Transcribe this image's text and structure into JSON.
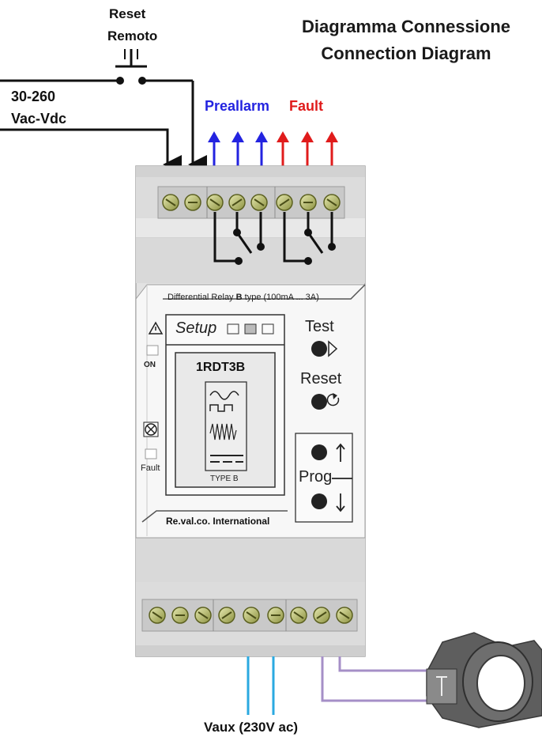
{
  "title": {
    "it": "Diagramma Connessione",
    "en": "Connection Diagram"
  },
  "reset_button": {
    "line1": "Reset",
    "line2": "Remoto"
  },
  "supply": {
    "line1": "30-260",
    "line2": "Vac-Vdc"
  },
  "outputs": {
    "prealarm": "Preallarm",
    "fault": "Fault"
  },
  "colors": {
    "prealarm": "#2323e0",
    "fault": "#e01b1b",
    "aux_wire": "#2aa9e0",
    "ct_wire": "#a58fc7"
  },
  "device": {
    "spec": "Differential Relay",
    "spec_bold": "B",
    "spec_tail": "type (100mA ... 3A)",
    "setup": "Setup",
    "model": "1RDT3B",
    "type": "TYPE B",
    "on": "ON",
    "fault": "Fault",
    "test": "Test",
    "reset": "Reset",
    "prog": "Prog",
    "brand": "Re.val.co. International"
  },
  "aux_supply": "Vaux (230V ac)"
}
